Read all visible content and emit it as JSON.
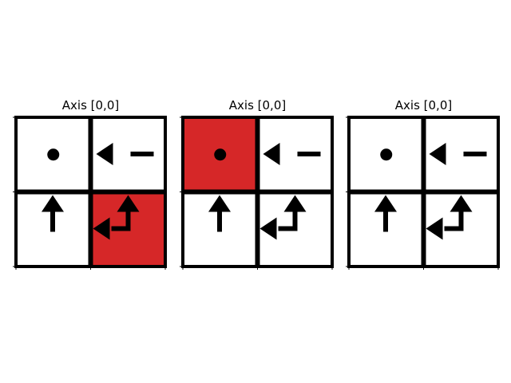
{
  "panels": [
    {
      "title": "Axis [0,0]",
      "cells": [
        {
          "row": 0,
          "col": 0,
          "symbol": "dot",
          "highlighted": false
        },
        {
          "row": 0,
          "col": 1,
          "symbol": "arrow-left",
          "highlighted": false
        },
        {
          "row": 1,
          "col": 0,
          "symbol": "arrow-up",
          "highlighted": false
        },
        {
          "row": 1,
          "col": 1,
          "symbol": "arrow-up-left-turn",
          "highlighted": true
        }
      ]
    },
    {
      "title": "Axis [0,0]",
      "cells": [
        {
          "row": 0,
          "col": 0,
          "symbol": "dot",
          "highlighted": true
        },
        {
          "row": 0,
          "col": 1,
          "symbol": "arrow-left",
          "highlighted": false
        },
        {
          "row": 1,
          "col": 0,
          "symbol": "arrow-up",
          "highlighted": false
        },
        {
          "row": 1,
          "col": 1,
          "symbol": "arrow-up-left-turn",
          "highlighted": false
        }
      ]
    },
    {
      "title": "Axis [0,0]",
      "cells": [
        {
          "row": 0,
          "col": 0,
          "symbol": "dot",
          "highlighted": false
        },
        {
          "row": 0,
          "col": 1,
          "symbol": "arrow-left",
          "highlighted": false
        },
        {
          "row": 1,
          "col": 0,
          "symbol": "arrow-up",
          "highlighted": false
        },
        {
          "row": 1,
          "col": 1,
          "symbol": "arrow-up-left-turn",
          "highlighted": false
        }
      ]
    }
  ],
  "colors": {
    "highlight": "#d62728",
    "grid": "#000000",
    "symbol": "#000000",
    "cell_background": "#ffffff"
  }
}
